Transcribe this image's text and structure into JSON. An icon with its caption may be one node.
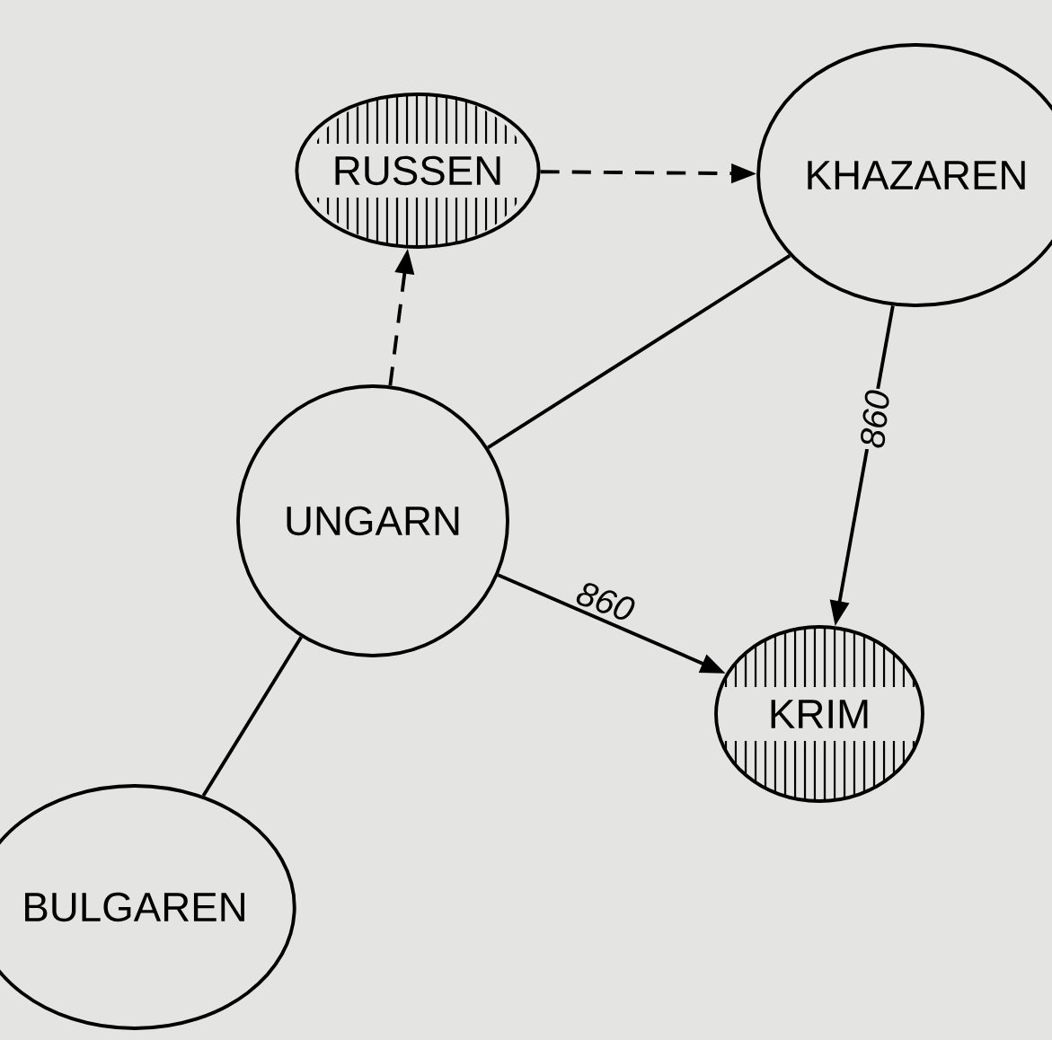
{
  "diagram": {
    "nodes": [
      {
        "text": [
          "RUSSEN"
        ]
      },
      {
        "text": [
          "KHAZAREN"
        ]
      },
      {
        "text": [
          "UNGARN"
        ]
      },
      {
        "text": [
          "KRIM"
        ]
      },
      {
        "text": [
          "BULGAREN"
        ]
      }
    ],
    "edges": [
      {
        "from": 0,
        "to": 1,
        "arrow": "to",
        "style": "dashed"
      },
      {
        "from": 2,
        "to": 0,
        "arrow": "to",
        "style": "dashed"
      },
      {
        "from": 1,
        "to": 2,
        "arrow": "none"
      },
      {
        "from": 1,
        "to": 3,
        "arrow": "to",
        "label": "860"
      },
      {
        "from": 2,
        "to": 3,
        "arrow": "to",
        "label": "860"
      },
      {
        "from": 2,
        "to": 4,
        "arrow": "none"
      }
    ]
  }
}
